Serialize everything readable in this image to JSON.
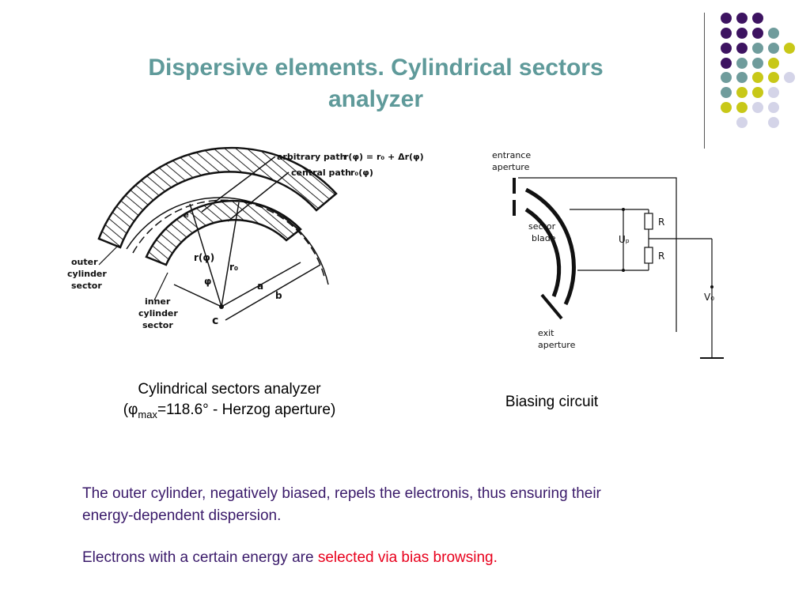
{
  "slide": {
    "title_line1": "Dispersive elements. Cylindrical sectors",
    "title_line2": "analyzer",
    "colors": {
      "title": "#5f9a9a",
      "body_text": "#3a1a6a",
      "highlight": "#e8001c",
      "dot_purple": "#3d1361",
      "dot_teal": "#6f9c9c",
      "dot_yellow": "#c8c818",
      "dot_lavender": "#d4d4e8"
    }
  },
  "figure_left": {
    "labels": {
      "arbitrary_path": "arbitrary path",
      "arbitrary_formula": "r(φ) = r₀ + Δr(φ)",
      "central_path": "central path",
      "central_formula": "r₀(φ)",
      "outer1": "outer",
      "outer2": "cylinder",
      "outer3": "sector",
      "inner1": "inner",
      "inner2": "cylinder",
      "inner3": "sector",
      "r_phi": "r(φ)",
      "r0": "r₀",
      "phi": "φ",
      "a": "a",
      "b": "b",
      "c": "c",
      "e": "e"
    },
    "caption_line1": "Cylindrical sectors analyzer",
    "caption_open": "(",
    "caption_phi": "φ",
    "caption_sub": "max",
    "caption_rest": "=118.6° - Herzog aperture)"
  },
  "figure_right": {
    "labels": {
      "entrance1": "entrance",
      "entrance2": "aperture",
      "sector1": "sector",
      "sector2": "blade",
      "up": "Uₚ",
      "r1": "R",
      "r2": "R",
      "v0": "V₀",
      "exit1": "exit",
      "exit2": "aperture"
    },
    "caption": "Biasing circuit"
  },
  "text": {
    "para1_line1": "The outer cylinder, negatively biased, repels the electronis, thus ensuring their",
    "para1_line2": "energy-dependent dispersion.",
    "para2_plain": "Electrons with a certain energy are ",
    "para2_highlight": "selected via bias browsing."
  }
}
